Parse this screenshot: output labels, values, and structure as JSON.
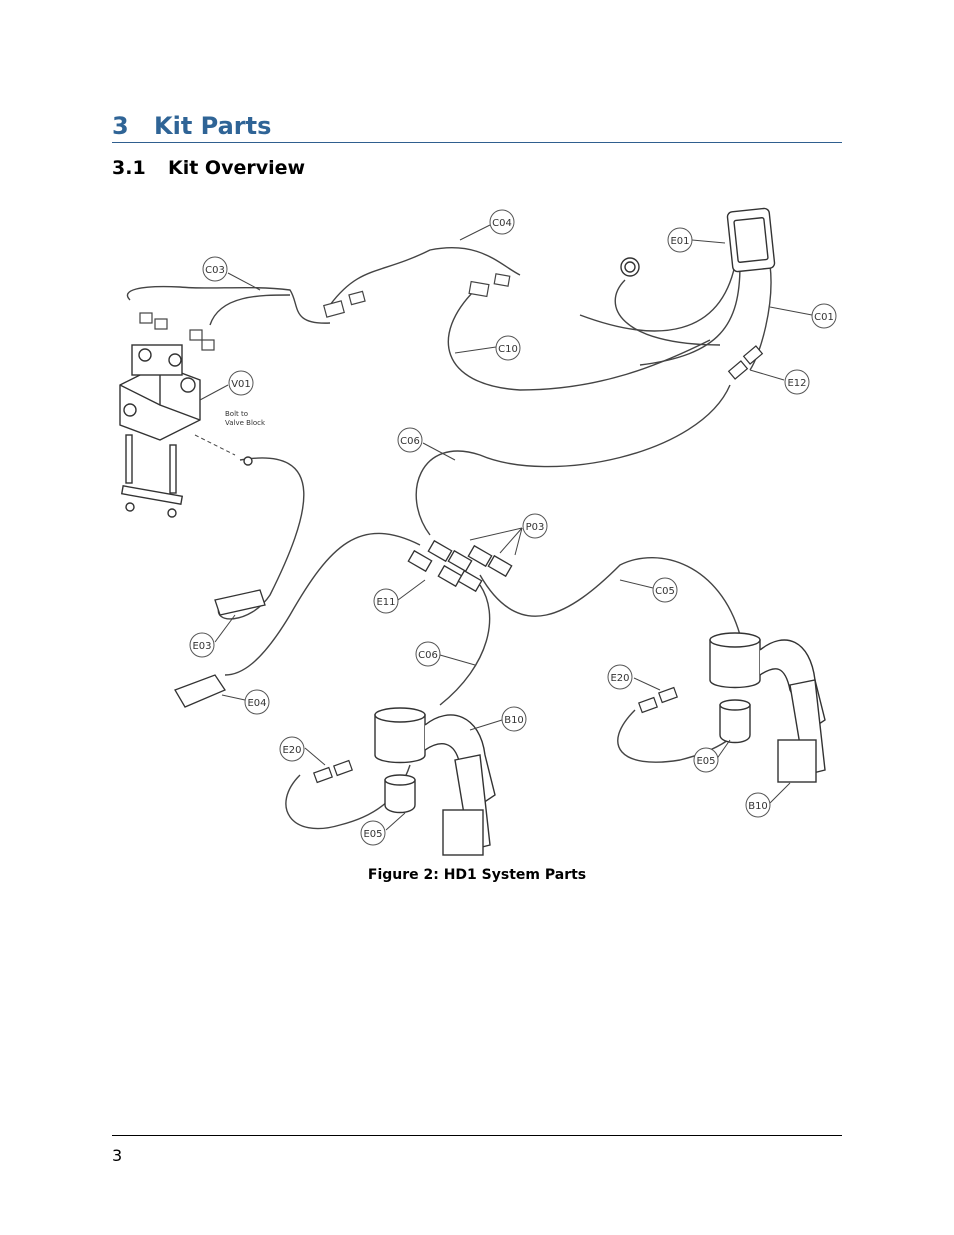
{
  "heading1": {
    "number": "3",
    "title": "Kit Parts"
  },
  "heading2": {
    "number": "3.1",
    "title": "Kit Overview"
  },
  "figure": {
    "caption": "Figure 2: HD1 System Parts",
    "callouts": [
      "C04",
      "E01",
      "C03",
      "C01",
      "C10",
      "V01",
      "E12",
      "C06",
      "P03",
      "E11",
      "C05",
      "E03",
      "C06",
      "E20",
      "B10",
      "E04",
      "E20",
      "E05",
      "E05",
      "B10"
    ],
    "note_line1": "Bolt to",
    "note_line2": "Valve Block"
  },
  "footer": {
    "page_number": "3"
  }
}
